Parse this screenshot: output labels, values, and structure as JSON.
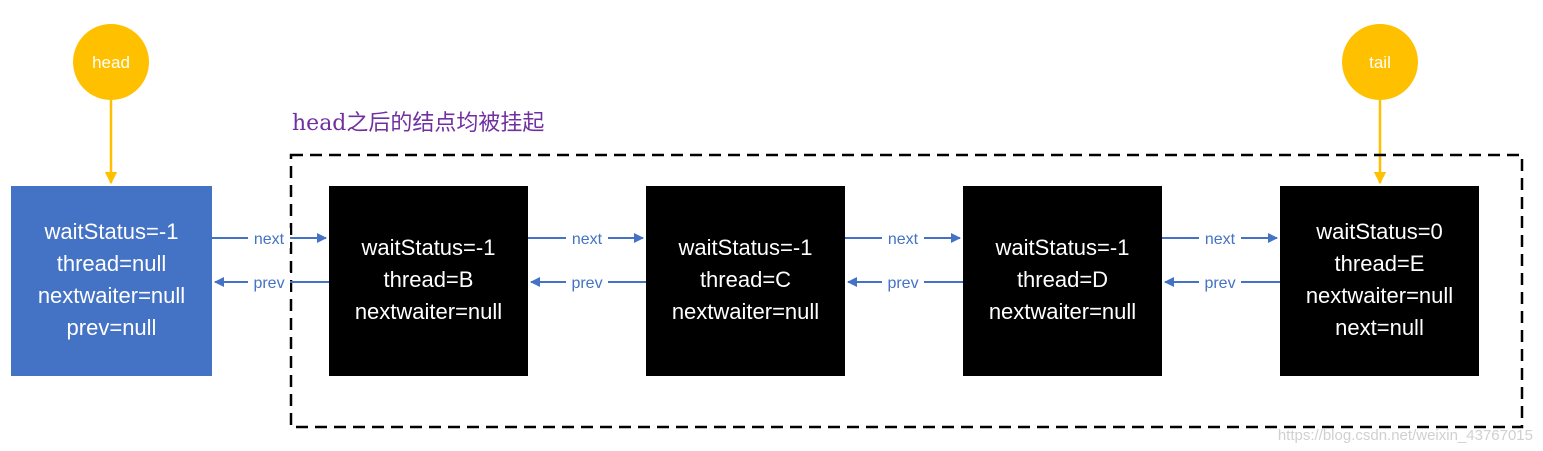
{
  "pointers": {
    "head": {
      "label": "head"
    },
    "tail": {
      "label": "tail"
    }
  },
  "note": "head之后的结点均被挂起",
  "edge_labels": {
    "next": "next",
    "prev": "prev"
  },
  "nodes": [
    {
      "id": "A",
      "fill": "#4472C4",
      "lines": [
        "waitStatus=-1",
        "thread=null",
        "nextwaiter=null",
        "prev=null"
      ]
    },
    {
      "id": "B",
      "fill": "#000000",
      "lines": [
        "waitStatus=-1",
        "thread=B",
        "nextwaiter=null"
      ]
    },
    {
      "id": "C",
      "fill": "#000000",
      "lines": [
        "waitStatus=-1",
        "thread=C",
        "nextwaiter=null"
      ]
    },
    {
      "id": "D",
      "fill": "#000000",
      "lines": [
        "waitStatus=-1",
        "thread=D",
        "nextwaiter=null"
      ]
    },
    {
      "id": "E",
      "fill": "#000000",
      "lines": [
        "waitStatus=0",
        "thread=E",
        "nextwaiter=null",
        "next=null"
      ]
    }
  ],
  "colors": {
    "pointer": "#FFC000",
    "arrow": "#4472C4",
    "note": "#7030A0",
    "border": "#000000"
  },
  "watermark": "https://blog.csdn.net/weixin_43767015"
}
